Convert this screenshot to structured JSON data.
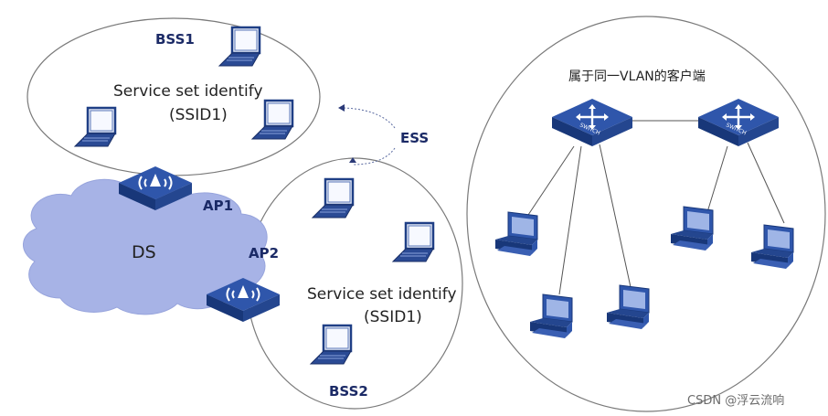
{
  "diagram": {
    "bss1": {
      "label": "BSS1",
      "text_line1": "Service set identify",
      "text_line2": "(SSID1)"
    },
    "bss2": {
      "label": "BSS2",
      "text_line1": "Service set identify",
      "text_line2": "(SSID1)"
    },
    "ess": {
      "label": "ESS"
    },
    "ap1": {
      "label": "AP1"
    },
    "ap2": {
      "label": "AP2"
    },
    "ds": {
      "label": "DS"
    },
    "vlan": {
      "title": "属于同一VLAN的客户端",
      "switch_label": "SWITCH"
    },
    "watermark": "CSDN @浮云流响",
    "colors": {
      "cloud": "#a7b3e6",
      "device_face": "#1f3f86",
      "device_side": "#3a5fb3",
      "label": "#1b2a66",
      "outline": "#666666"
    }
  }
}
